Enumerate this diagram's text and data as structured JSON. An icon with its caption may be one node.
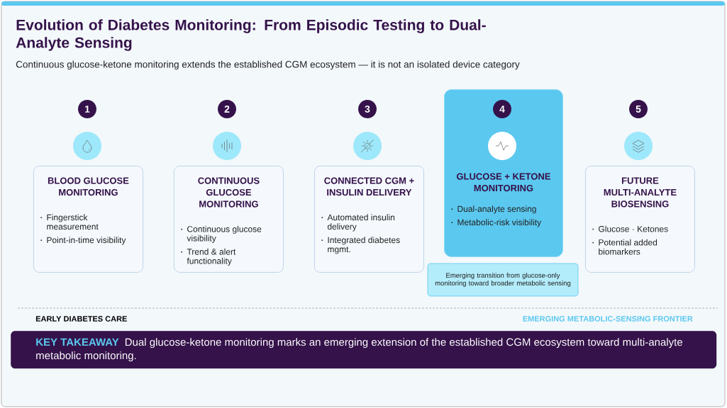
{
  "diagram": {
    "title": "Evolution of Diabetes Monitoring: From Episodic Testing to Dual-Analyte Sensing",
    "nodes": [
      {
        "text": [
          "1"
        ]
      },
      {
        "text": [
          "BLOOD GLUCOSE MONITORING",
          "Fingerstick measurement",
          "Point-in-time visibility"
        ]
      },
      {
        "text": [
          "2"
        ]
      },
      {
        "text": [
          "CONTINUOUS GLUCOSE MONITORING",
          "Continuous glucose visibility",
          "Trend & alert functionality"
        ]
      },
      {
        "text": [
          "3"
        ]
      },
      {
        "text": [
          "CONNECTED CGM + INSULIN DELIVERY",
          "Automated insulin delivery",
          "Integrated diabetes mgmt."
        ]
      },
      {
        "text": [
          "GLUCOSE + KETONE MONITORING",
          "Dual-analyte sensing",
          "Metabolic-risk visibility"
        ]
      },
      {
        "text": [
          "4"
        ],
        "in": 6
      },
      {
        "text": [
          "5"
        ]
      },
      {
        "text": [
          "FUTURE MULTI-ANALYTE BIOSENSING",
          "Glucose · Ketones",
          "Potential added biomarkers"
        ]
      },
      {
        "text": [
          "Emerging transition from glucose-only monitoring toward broader metabolic sensing"
        ]
      },
      {
        "text": [
          "KEY TAKEAWAY",
          "Dual glucose-ketone monitoring marks an emerging extension of the established CGM ecosystem toward multi-analyte metabolic monitoring."
        ]
      }
    ],
    "labels": [
      "Continuous glucose-ketone monitoring extends the established CGM ecosystem — it is not an isolated device category",
      "EARLY DIABETES CARE",
      "EMERGING METABOLIC-SENSING FRONTIER"
    ]
  }
}
